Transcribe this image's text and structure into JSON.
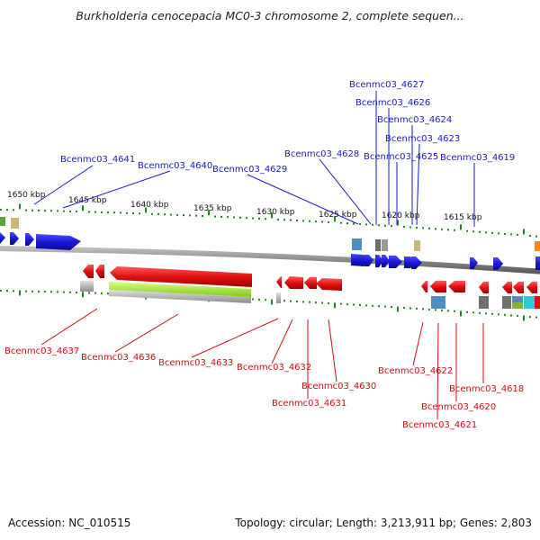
{
  "title": "Burkholderia cenocepacia MC0-3 chromosome 2, complete sequen...",
  "footer": {
    "accession": "Accession: NC_010515",
    "topology": "Topology: circular; Length: 3,213,911 bp; Genes: 2,803"
  },
  "colors": {
    "forward": "#1a1ad6",
    "reverse": "#e01010",
    "tick": "#1d8a1d",
    "backbone": "#8a8a8a",
    "label_forward": "#1a1acc",
    "label_reverse": "#cc1111"
  },
  "kbp_labels": [
    "1650 kbp",
    "1645 kbp",
    "1640 kbp",
    "1635 kbp",
    "1630 kbp",
    "1625 kbp",
    "1620 kbp",
    "1615 kbp"
  ],
  "labels_forward": [
    "Bcenmc03_4641",
    "Bcenmc03_4640",
    "Bcenmc03_4629",
    "Bcenmc03_4628",
    "Bcenmc03_4627",
    "Bcenmc03_4626",
    "Bcenmc03_4624",
    "Bcenmc03_4623",
    "Bcenmc03_4625",
    "Bcenmc03_4619"
  ],
  "labels_reverse": [
    "Bcenmc03_4637",
    "Bcenmc03_4636",
    "Bcenmc03_4633",
    "Bcenmc03_4632",
    "Bcenmc03_4630",
    "Bcenmc03_4631",
    "Bcenmc03_4622",
    "Bcenmc03_4618",
    "Bcenmc03_4620",
    "Bcenmc03_4621"
  ]
}
